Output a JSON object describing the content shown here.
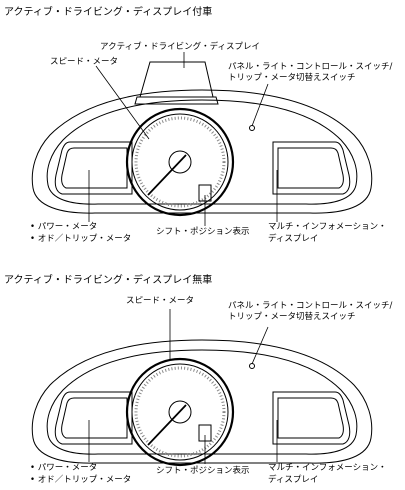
{
  "sections": [
    {
      "title": "アクティブ・ドライビング・ディスプレイ付車",
      "labels": {
        "add": "アクティブ・ドライビング・ディスプレイ",
        "speed": "スピード・メータ",
        "panel_line1": "パネル・ライト・コントロール・スイッチ/",
        "panel_line2": "トリップ・メータ切替えスイッチ",
        "power_line1": "• パワー・メータ",
        "power_line2": "• オド／トリップ・メータ",
        "shift": "シフト・ポジション表示",
        "info_line1": "マルチ・インフォメーション・",
        "info_line2": "ディスプレイ"
      }
    },
    {
      "title": "アクティブ・ドライビング・ディスプレイ無車",
      "labels": {
        "speed": "スピード・メータ",
        "panel_line1": "パネル・ライト・コントロール・スイッチ/",
        "panel_line2": "トリップ・メータ切替えスイッチ",
        "power_line1": "• パワー・メータ",
        "power_line2": "• オド／トリップ・メータ",
        "shift": "シフト・ポジション表示",
        "info_line1": "マルチ・インフォメーション・",
        "info_line2": "ディスプレイ"
      }
    }
  ]
}
